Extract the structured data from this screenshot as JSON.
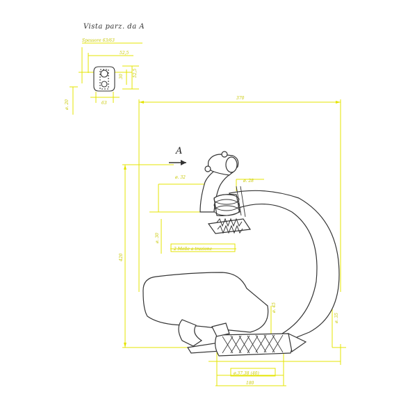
{
  "title": "Vista parz. da A",
  "view_marker": "A",
  "dimensions": {
    "flange_spacing": "Spessore 63/63",
    "flange_width": "52,5",
    "overall_width": "370",
    "overall_height": "420",
    "diameter_top": "ø. 32",
    "diameter_mid": "ø. 28",
    "diameter_spring": "ø. 30",
    "spring_note": "2 Molle a trazione",
    "diameter_end": "ø. 45",
    "diameter_bottom": "ø. 35",
    "silencer_dia": "ø.37.38 (40)",
    "silencer_length": "180",
    "flange_hole": "ø. 20",
    "flange_h1": "52,5",
    "flange_h2": "30",
    "flange_bottom": "63"
  },
  "colors": {
    "outline": "#333333",
    "dimension": "#e8e800"
  }
}
